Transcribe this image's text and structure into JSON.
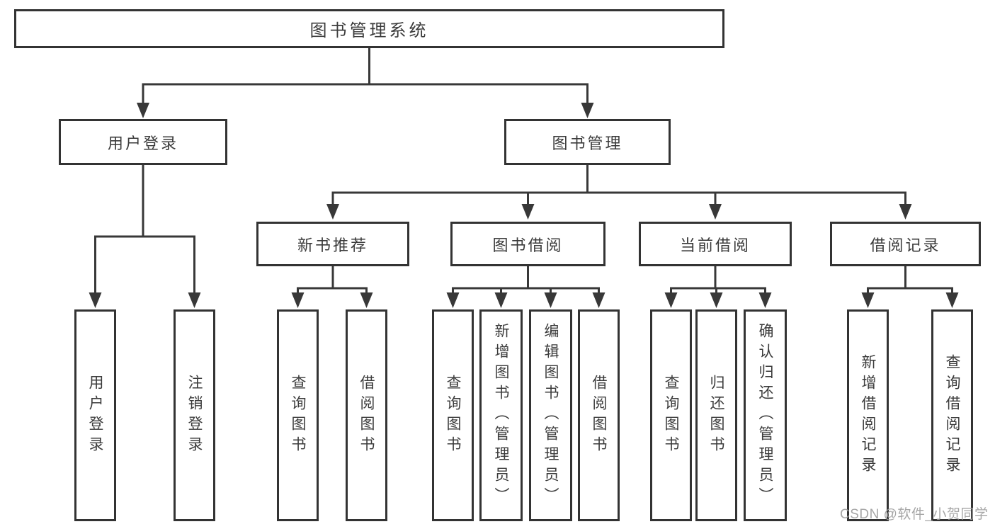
{
  "colors": {
    "background": "#ffffff",
    "line": "#383838",
    "box_border": "#333333",
    "text": "#3b3b3b",
    "watermark": "#9e9e9e"
  },
  "tree": {
    "root": {
      "label": "图书管理系统"
    },
    "branches": [
      {
        "label": "用户登录",
        "children": [
          {
            "label": "用户登录"
          },
          {
            "label": "注销登录"
          }
        ]
      },
      {
        "label": "图书管理",
        "children": [
          {
            "label": "新书推荐",
            "children": [
              {
                "label": "查询图书"
              },
              {
                "label": "借阅图书"
              }
            ]
          },
          {
            "label": "图书借阅",
            "children": [
              {
                "label": "查询图书"
              },
              {
                "label": "新增图书（管理员）"
              },
              {
                "label": "编辑图书（管理员）"
              },
              {
                "label": "借阅图书"
              }
            ]
          },
          {
            "label": "当前借阅",
            "children": [
              {
                "label": "查询图书"
              },
              {
                "label": "归还图书"
              },
              {
                "label": "确认归还（管理员）"
              }
            ]
          },
          {
            "label": "借阅记录",
            "children": [
              {
                "label": "新增借阅记录"
              },
              {
                "label": "查询借阅记录"
              }
            ]
          }
        ]
      }
    ]
  },
  "watermark": {
    "text": "CSDN @软件_小贺同学"
  }
}
